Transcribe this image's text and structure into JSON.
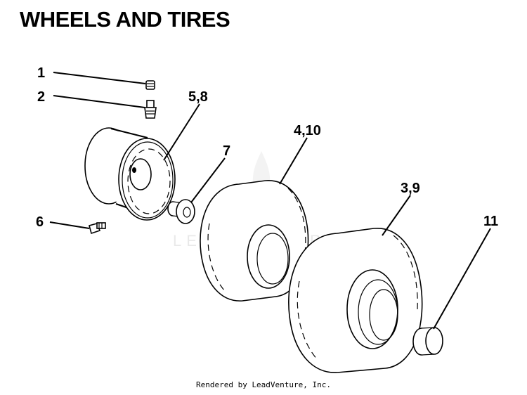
{
  "title": "WHEELS AND TIRES",
  "footer": "Rendered by LeadVenture, Inc.",
  "watermark": "LEADVENTURE",
  "callouts": [
    "1",
    "2",
    "5,8",
    "7",
    "4,10",
    "3,9",
    "6",
    "11"
  ]
}
